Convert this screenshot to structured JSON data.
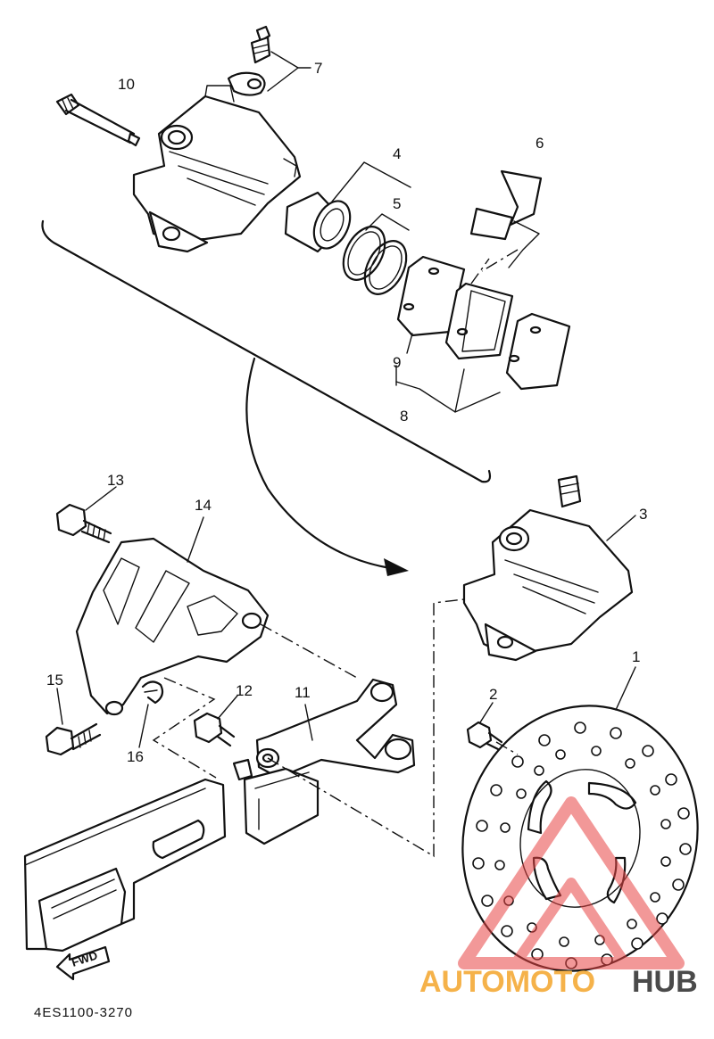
{
  "diagram": {
    "callouts": [
      {
        "id": "1",
        "label": "1"
      },
      {
        "id": "2",
        "label": "2"
      },
      {
        "id": "3",
        "label": "3"
      },
      {
        "id": "4",
        "label": "4"
      },
      {
        "id": "5",
        "label": "5"
      },
      {
        "id": "6",
        "label": "6"
      },
      {
        "id": "7",
        "label": "7"
      },
      {
        "id": "8",
        "label": "8"
      },
      {
        "id": "9",
        "label": "9"
      },
      {
        "id": "10",
        "label": "10"
      },
      {
        "id": "11",
        "label": "11"
      },
      {
        "id": "12",
        "label": "12"
      },
      {
        "id": "13",
        "label": "13"
      },
      {
        "id": "14",
        "label": "14"
      },
      {
        "id": "15",
        "label": "15"
      },
      {
        "id": "16",
        "label": "16"
      }
    ],
    "fwd_label": "FWD",
    "part_code": "4ES1100-3270"
  },
  "watermark": {
    "part1": "AUTOMOTO",
    "part2": "HUB",
    "color_primary": "#f5b24a",
    "color_secondary": "#4a4a4a",
    "logo_color": "#e84545"
  }
}
